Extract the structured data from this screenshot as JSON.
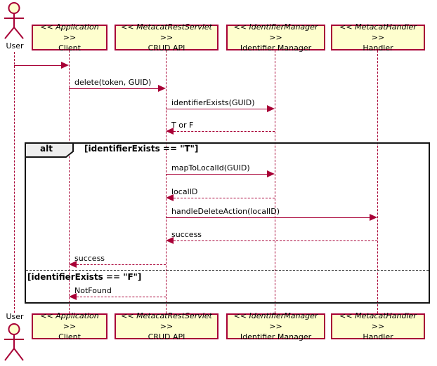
{
  "diagram": {
    "kind": "uml-sequence",
    "actor": {
      "name": "User"
    },
    "participants": [
      {
        "stereotype": "<< Application >>",
        "name": "Client"
      },
      {
        "stereotype": "<< MetacatRestServlet >>",
        "name": "CRUD API"
      },
      {
        "stereotype": "<< IdentifierManager >>",
        "name": "Identifier Manager"
      },
      {
        "stereotype": "<< MetacatHandler >>",
        "name": "Handler"
      }
    ],
    "messages": [
      {
        "from": "User",
        "to": "Client",
        "label": "",
        "style": "solid"
      },
      {
        "from": "Client",
        "to": "CRUD API",
        "label": "delete(token, GUID)",
        "style": "solid"
      },
      {
        "from": "CRUD API",
        "to": "Identifier Manager",
        "label": "identifierExists(GUID)",
        "style": "solid"
      },
      {
        "from": "Identifier Manager",
        "to": "CRUD API",
        "label": "T or F",
        "style": "dashed"
      },
      {
        "from": "CRUD API",
        "to": "Identifier Manager",
        "label": "mapToLocalId(GUID)",
        "style": "solid"
      },
      {
        "from": "Identifier Manager",
        "to": "CRUD API",
        "label": "localID",
        "style": "dashed"
      },
      {
        "from": "CRUD API",
        "to": "Handler",
        "label": "handleDeleteAction(localID)",
        "style": "solid"
      },
      {
        "from": "Handler",
        "to": "CRUD API",
        "label": "success",
        "style": "dashed"
      },
      {
        "from": "CRUD API",
        "to": "Client",
        "label": "success",
        "style": "dashed"
      },
      {
        "from": "CRUD API",
        "to": "Client",
        "label": "NotFound",
        "style": "dashed"
      }
    ],
    "alt_frame": {
      "operator": "alt",
      "guards": [
        "[identifierExists == \"T\"]",
        "[identifierExists == \"F\"]"
      ]
    },
    "colors": {
      "participant_fill": "#FEFECE",
      "stroke": "#A80036",
      "frame_border": "#141414",
      "operator_fill": "#EEEEEE",
      "text": "#000000"
    }
  }
}
